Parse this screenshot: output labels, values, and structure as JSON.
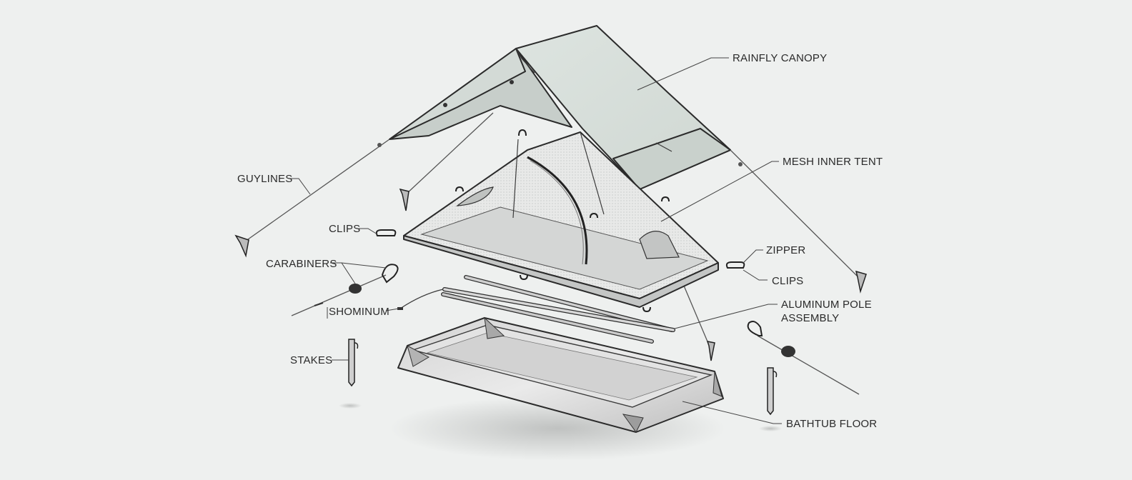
{
  "labels": {
    "rainfly": "RAINFLY CANOPY",
    "guylines": "GUYLINES",
    "mesh_inner": "MESH INNER TENT",
    "clips_left": "CLIPS",
    "zipper": "ZIPPER",
    "carabiners": "CARABINERS",
    "clips_right": "CLIPS",
    "shominum": "SHOMINUM",
    "pole_line1": "ALUMINUM POLE",
    "pole_line2": "ASSEMBLY",
    "stakes": "STAKES",
    "bathtub": "BATHTUB FLOOR"
  },
  "colors": {
    "background": "#eef0ef",
    "rainfly_fill": "#d9e0dc",
    "rainfly_shadow": "#c5ccc8",
    "mesh_fill": "#e6e7e6",
    "floor_fill": "#c9c9c9",
    "floor_inner": "#dedede",
    "outline": "#2b2b2b"
  }
}
